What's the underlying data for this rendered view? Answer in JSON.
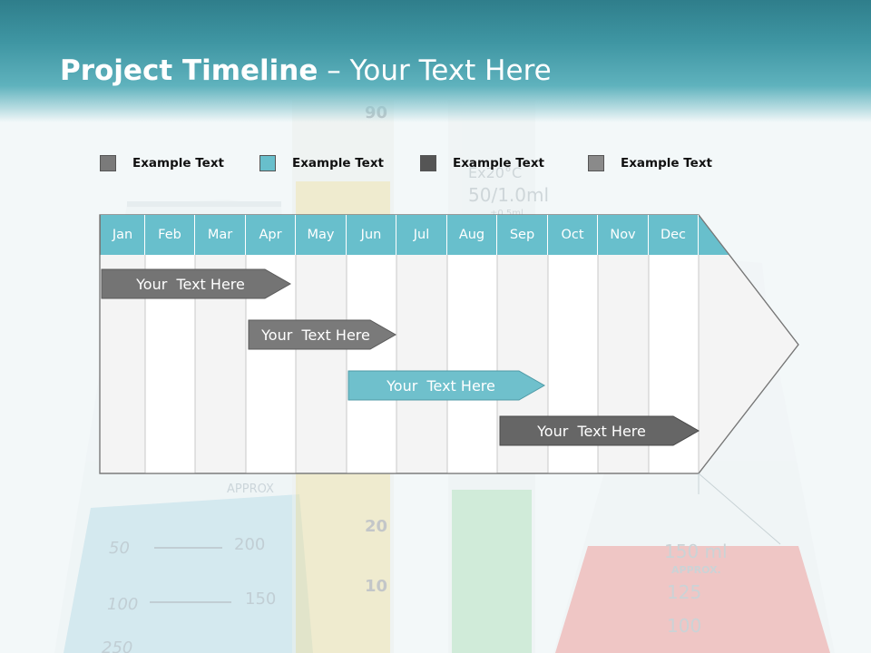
{
  "header": {
    "title_bold": "Project Timeline",
    "title_rest": "– Your Text Here"
  },
  "legend": [
    {
      "label": "Example Text",
      "color": "#7a7a7a"
    },
    {
      "label": "Example Text",
      "color": "#68bfcc"
    },
    {
      "label": "Example Text",
      "color": "#555555"
    },
    {
      "label": "Example Text",
      "color": "#8a8a8a"
    }
  ],
  "timeline": {
    "months": [
      "Jan",
      "Feb",
      "Mar",
      "Apr",
      "May",
      "Jun",
      "Jul",
      "Aug",
      "Sep",
      "Oct",
      "Nov",
      "Dec"
    ],
    "tasks": [
      {
        "label": "Your  Text Here",
        "color": "#747474"
      },
      {
        "label": "Your  Text Here",
        "color": "#7a7a7a"
      },
      {
        "label": "Your  Text Here",
        "color": "#6fc0cc"
      },
      {
        "label": "Your  Text Here",
        "color": "#666666"
      }
    ]
  },
  "background": {
    "beaker_left_marks": [
      "50",
      "100",
      "150",
      "200",
      "250",
      "APPROX"
    ],
    "cylinder_marks": [
      "90",
      "20",
      "10"
    ],
    "tube_text": [
      "Ex20°C",
      "50/1.0ml",
      "±0.5ml"
    ],
    "flask_marks": [
      "150 ml",
      "APPROX.",
      "125",
      "100"
    ]
  }
}
